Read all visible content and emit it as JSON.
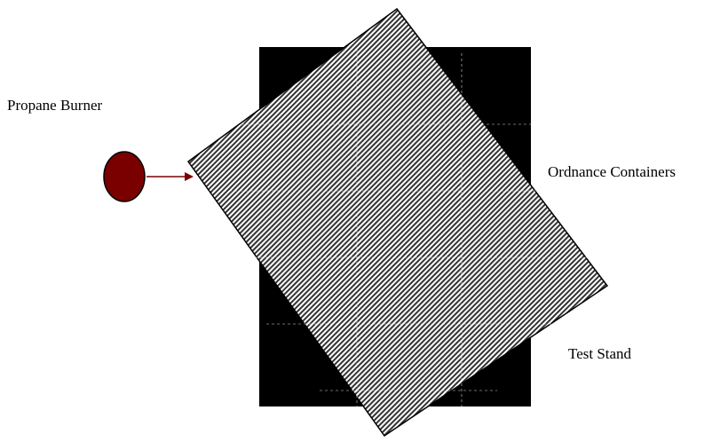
{
  "labels": {
    "propane_burner": "Propane Burner",
    "ordnance_containers": "Ordnance Containers",
    "test_stand": "Test Stand"
  },
  "colors": {
    "test_stand": "#000000",
    "burner_fill": "#7a0000",
    "arrow": "#7a0000",
    "container_stripe": "#333333",
    "container_background": "#ffffff"
  }
}
